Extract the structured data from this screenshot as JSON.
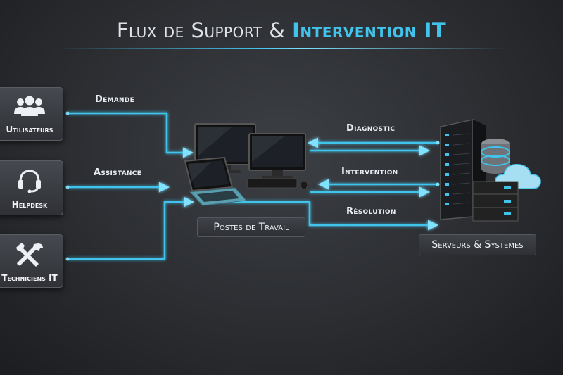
{
  "title": {
    "part1": "Flux de Support & ",
    "part2": "Intervention IT"
  },
  "nodes": {
    "utilisateurs": "Utilisateurs",
    "helpdesk": "Helpdesk",
    "techniciens": "Techniciens IT",
    "postes": "Postes de Travail",
    "serveurs": "Serveurs & Systemes"
  },
  "flows": {
    "demande": "Demande",
    "assistance": "Assistance",
    "diagnostic": "Diagnostic",
    "intervention": "Intervention",
    "resolution": "Résolution"
  },
  "colors": {
    "accent": "#41c4ec",
    "glow": "#7fe2ff",
    "background": "#2b2d31"
  },
  "icons": [
    "users-icon",
    "headset-icon",
    "tools-icon",
    "monitor-icon",
    "laptop-icon",
    "server-rack-icon",
    "database-icon",
    "cloud-icon"
  ]
}
